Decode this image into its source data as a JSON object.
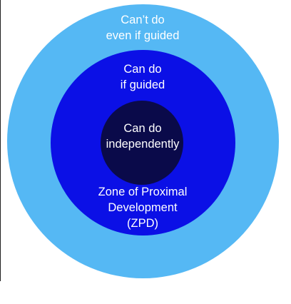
{
  "colors": {
    "outer_ring": "#55b8f4",
    "middle_ring": "#0b10e6",
    "inner_ring": "#0a0a4a",
    "text": "#ffffff"
  },
  "rings": {
    "outer": {
      "line1": "Can’t do",
      "line2": "even if guided"
    },
    "middle": {
      "line1": "Can do",
      "line2": "if guided"
    },
    "inner": {
      "line1": "Can do",
      "line2": "independently"
    }
  },
  "zone": {
    "line1": "Zone of Proximal",
    "line2": "Development",
    "line3": "(ZPD)"
  }
}
